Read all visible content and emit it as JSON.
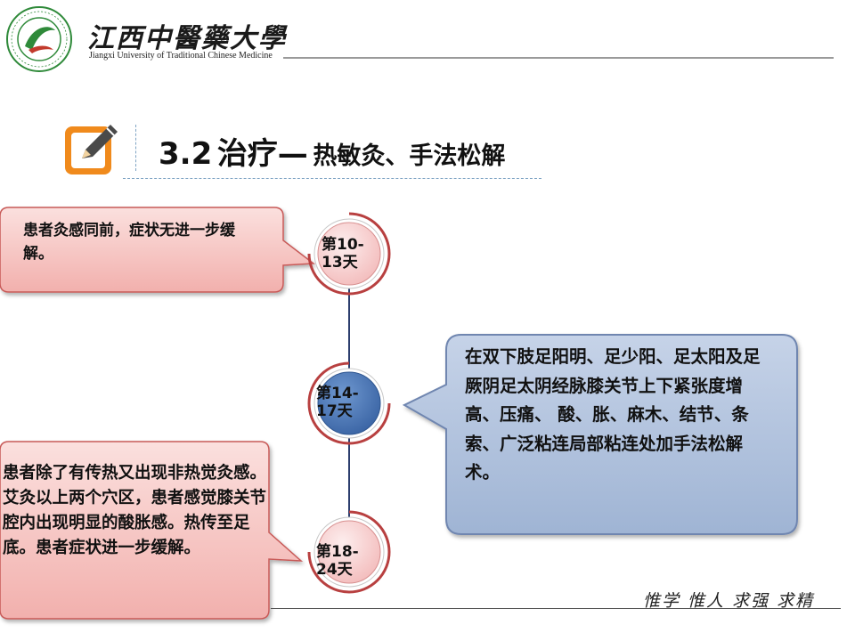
{
  "header": {
    "university_cn": "江西中醫藥大學",
    "university_en": "Jiangxi University of Traditional Chinese Medicine",
    "logo_icon": "university-emblem-icon"
  },
  "title": {
    "icon": "edit-pencil-icon",
    "number": "3.2",
    "main": "治疗—",
    "sub": "热敏灸、手法松解"
  },
  "timeline": {
    "stages": [
      {
        "line1": "第10-",
        "line2": "13天"
      },
      {
        "line1": "第14-",
        "line2": "17天"
      },
      {
        "line1": "第18-",
        "line2": "24天"
      }
    ]
  },
  "callouts": {
    "stage1": "患者灸感同前，症状无进一步缓解。",
    "stage2": "在双下肢足阳明、足少阳、足太阳及足厥阴足太阴经脉膝关节上下紧张度增高、压痛、 酸、胀、麻木、结节、条索、广泛粘连局部粘连处加手法松解术。",
    "stage3": "患者除了有传热又出现非热觉灸感。艾灸以上两个穴区，患者感觉膝关节腔内出现明显的酸胀感。热传至足底。患者症状进一步缓解。"
  },
  "footer": {
    "motto": "惟学 惟人 求强 求精"
  },
  "colors": {
    "accent_orange": "#f08a1c",
    "callout_pink": "#f7c9c7",
    "callout_blue": "#a9bcd8",
    "stage_blue": "#4a78b8",
    "ring_red": "#b84040"
  }
}
